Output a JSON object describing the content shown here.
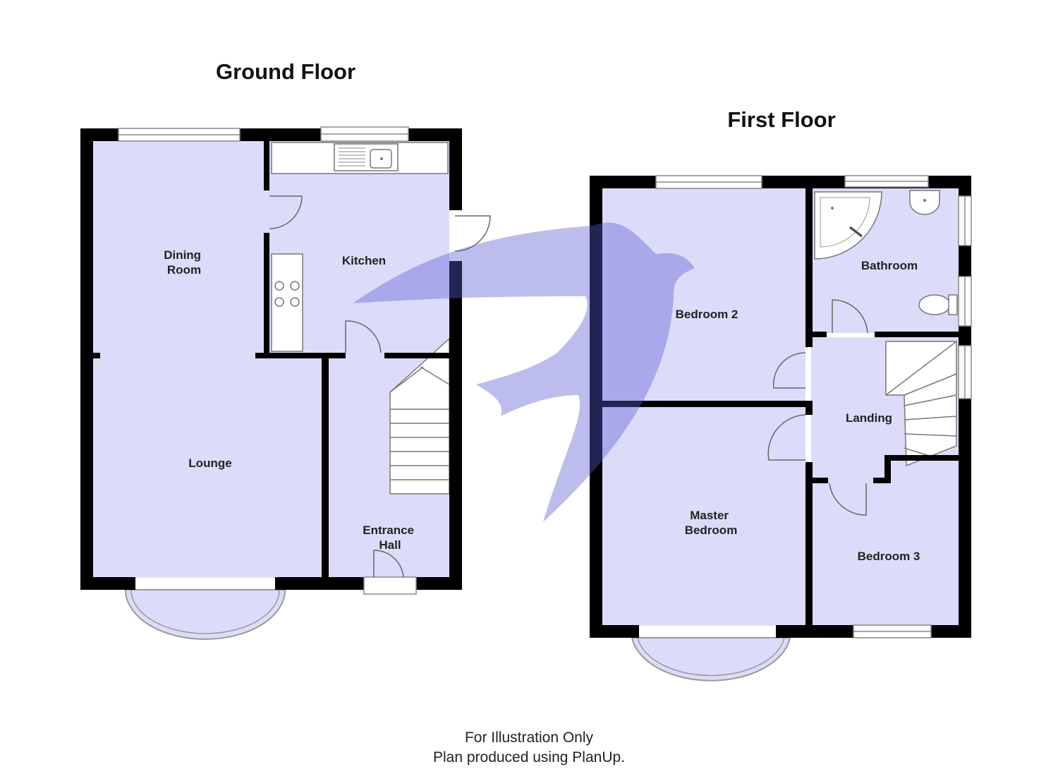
{
  "ground_floor": {
    "title": "Ground Floor",
    "rooms": {
      "dining_room": [
        "Dining",
        "Room"
      ],
      "kitchen": "Kitchen",
      "lounge": "Lounge",
      "entrance_hall": [
        "Entrance",
        "Hall"
      ]
    }
  },
  "first_floor": {
    "title": "First Floor",
    "rooms": {
      "bedroom_2": "Bedroom 2",
      "bathroom": "Bathroom",
      "landing": "Landing",
      "master_bedroom": [
        "Master",
        "Bedroom"
      ],
      "bedroom_3": "Bedroom 3"
    }
  },
  "footer": {
    "line1": "For Illustration Only",
    "line2": "Plan produced using PlanUp."
  },
  "colors": {
    "room_fill": "#dcdcfa",
    "wall": "#000000",
    "watermark": "#5a5ad2"
  }
}
